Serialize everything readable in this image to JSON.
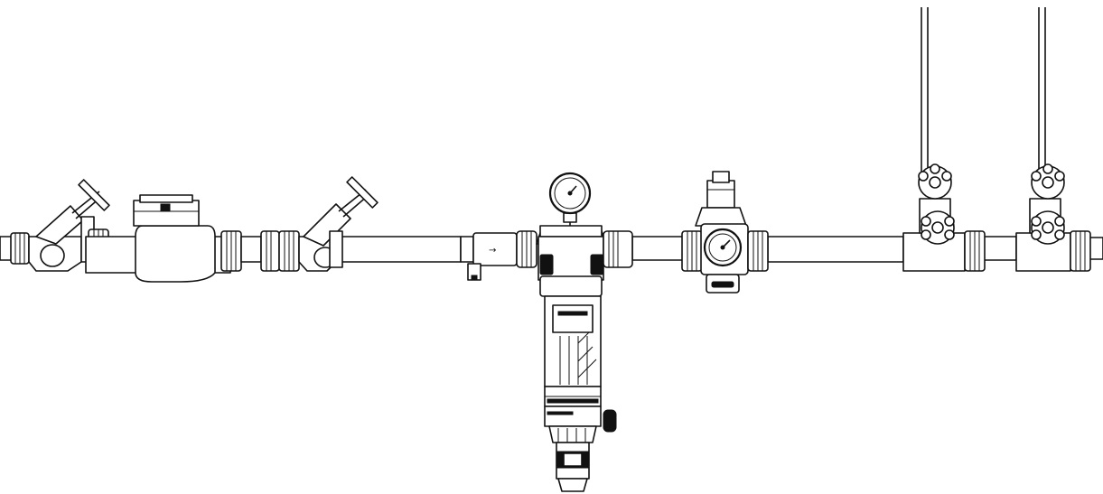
{
  "diagram": {
    "kind": "domestic water supply installation",
    "line_color": "#111111",
    "background": "#ffffff",
    "components": [
      {
        "id": "inlet-stop-valve",
        "icon": "angle-stop-valve-icon"
      },
      {
        "id": "water-meter",
        "icon": "water-meter-icon"
      },
      {
        "id": "outlet-stop-valve",
        "icon": "angle-stop-valve-icon"
      },
      {
        "id": "drain-valve",
        "icon": "drain-valve-icon"
      },
      {
        "id": "backwash-filter",
        "icon": "filter-icon",
        "has_gauge": true
      },
      {
        "id": "pressure-reducer",
        "icon": "pressure-reducer-icon",
        "has_gauge": true
      },
      {
        "id": "branch-valve-1",
        "icon": "handwheel-valve-icon"
      },
      {
        "id": "branch-valve-2",
        "icon": "handwheel-valve-icon"
      }
    ]
  }
}
